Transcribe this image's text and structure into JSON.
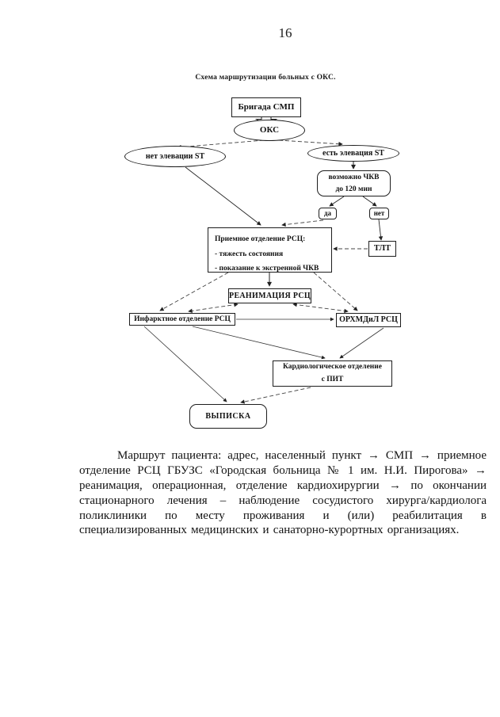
{
  "page": {
    "number": "16"
  },
  "diagram": {
    "title": "Схема маршрутизации больных с ОКС.",
    "nodes": {
      "brigade": "Бригада СМП",
      "oks": "ОКС",
      "no_st": "нет элевации ST",
      "yes_st": "есть элевация ST",
      "pci_line1": "возможно ЧКВ",
      "pci_line2": "до 120 мин",
      "yes": "да",
      "no": "нет",
      "tlt": "ТЛТ",
      "admission_title": "Приемное отделение РСЦ:",
      "admission_item1": "- тяжесть состояния",
      "admission_item2": "- показание к экстренной ЧКВ",
      "reanimation": "РЕАНИМАЦИЯ РСЦ",
      "infarct": "Инфарктное отделение РСЦ",
      "orhmdil": "ОРХМДиЛ РСЦ",
      "cardio_line1": "Кардиологическое отделение",
      "cardio_line2": "с ПИТ",
      "discharge": "ВЫПИСКА"
    }
  },
  "paragraph": {
    "text": "Маршрут пациента: адрес, населенный пункт → СМП → приемное отделение РСЦ ГБУЗС «Городская больница № 1 им. Н.И. Пирогова» → реанимация, операционная, отделение кардиохирургии → по окончании стационарного лечения – наблюдение сосудистого хирурга/кардиолога поликлиники по месту проживания и (или) реабилитация в специализированных медицинских и санаторно-курортных организациях."
  },
  "colors": {
    "ink": "#1c1c1c",
    "paper": "#ffffff"
  }
}
